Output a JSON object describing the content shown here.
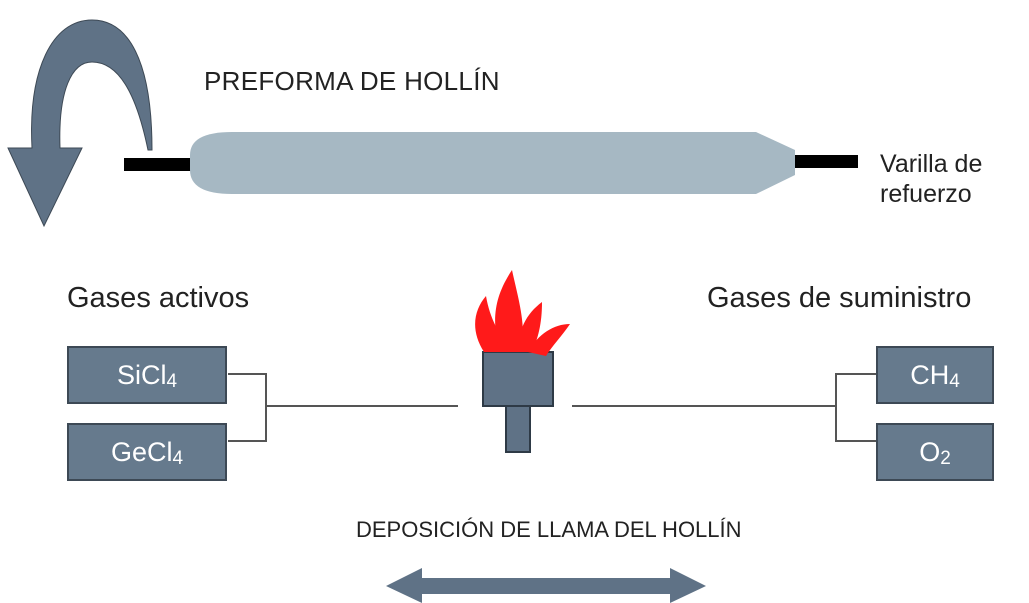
{
  "preform_title": "PREFORMA DE HOLLÍN",
  "rod_label": {
    "line1": "Varilla de",
    "line2": "refuerzo"
  },
  "active_gases": {
    "heading": "Gases activos",
    "items": [
      {
        "main": "SiCl",
        "sub": "4"
      },
      {
        "main": "GeCl",
        "sub": "4"
      }
    ]
  },
  "supply_gases": {
    "heading": "Gases de suministro",
    "items": [
      {
        "main": "CH",
        "sub": "4"
      },
      {
        "main": "O",
        "sub": "2"
      }
    ]
  },
  "caption": "DEPOSICIÓN DE LLAMA DEL HOLLÍN",
  "colors": {
    "preform": "#a6b8c3",
    "rod": "#000000",
    "arrow": "#5f7286",
    "box": "#667a8d",
    "flame": "#ff1a1a",
    "burner": "#5f7286",
    "line": "#555555"
  },
  "icons": [
    "rotation-arrow-icon",
    "flame-icon",
    "double-arrow-icon"
  ]
}
